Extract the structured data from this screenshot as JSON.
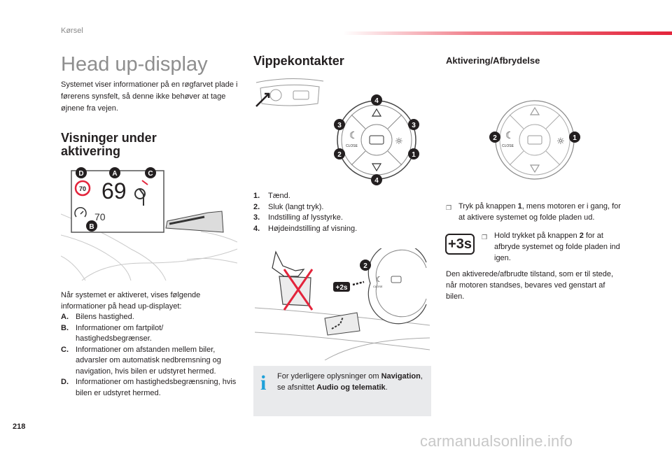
{
  "header": {
    "section": "Kørsel"
  },
  "footer": {
    "page_number": "218",
    "watermark": "carmanualsonline.info"
  },
  "col1": {
    "title": "Head up-display",
    "intro": "Systemet viser informationer på en røgfarvet plade i førerens synsfelt, så denne ikke behøver at tage øjnene fra vejen.",
    "subtitle_line1": "Visninger under",
    "subtitle_line2": "aktivering",
    "figure": {
      "speed": "69",
      "limit": "70",
      "cruise": "70",
      "labels": [
        "D",
        "A",
        "C",
        "B"
      ]
    },
    "desc_line1": "Når systemet er aktiveret, vises følgende",
    "desc_line2": "informationer på head up-displayet:",
    "items": [
      {
        "key": "A.",
        "text": "Bilens hastighed."
      },
      {
        "key": "B.",
        "text": "Informationer om fartpilot/ hastighedsbegrænser."
      },
      {
        "key": "C.",
        "text": "Informationer om afstanden mellem biler, advarsler om automatisk nedbremsning og navigation, hvis bilen er udstyret hermed."
      },
      {
        "key": "D.",
        "text": "Informationer om hastighedsbegrænsning, hvis bilen er udstyret hermed."
      }
    ]
  },
  "col2": {
    "title": "Vippekontakter",
    "dial_labels": [
      "4",
      "3",
      "3",
      "2",
      "1",
      "4"
    ],
    "close_label": "CLOSE",
    "items": [
      {
        "key": "1.",
        "text": "Tænd."
      },
      {
        "key": "2.",
        "text": "Sluk (langt tryk)."
      },
      {
        "key": "3.",
        "text": "Indstilling af lysstyrke."
      },
      {
        "key": "4.",
        "text": "Højdeindstilling af visning."
      }
    ],
    "hold_badge": "+2s",
    "hold_number": "2",
    "info": {
      "prefix": "For yderligere oplysninger om ",
      "nav": "Navigation",
      "middle": ", se afsnittet ",
      "audio": "Audio og telematik",
      "suffix": "."
    }
  },
  "col3": {
    "title": "Aktivering/Afbrydelse",
    "dial_labels": [
      "2",
      "1"
    ],
    "close_label": "CLOSE",
    "bullet1_a": "Tryk på knappen ",
    "bullet1_b": "1",
    "bullet1_c": ", mens motoren er i gang, for at aktivere systemet og folde pladen ud.",
    "badge": "+3s",
    "bullet2_a": "Hold trykket på knappen ",
    "bullet2_b": "2",
    "bullet2_c": " for at afbryde systemet og folde pladen ind igen.",
    "note": "Den aktiverede/afbrudte tilstand, som er til stede, når motoren standses, bevares ved genstart af bilen."
  }
}
